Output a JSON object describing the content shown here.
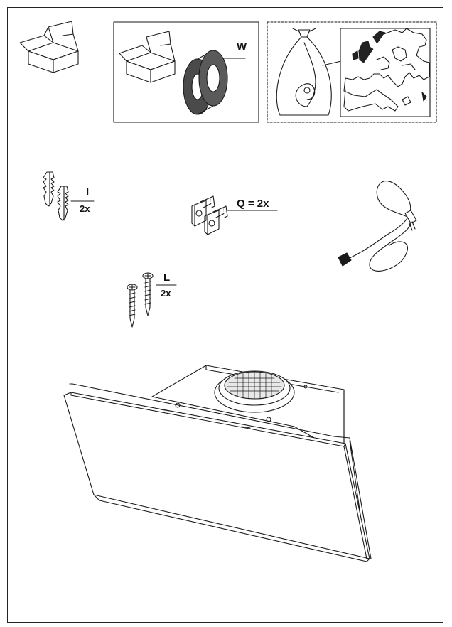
{
  "labels": {
    "filter_letter": "W",
    "plug_letter": "I",
    "plug_qty": "2x",
    "bracket_text": "Q = 2x",
    "screw_letter": "L",
    "screw_qty": "2x"
  },
  "colors": {
    "line": "#1a1a1a",
    "filter_fill": "#4a4a4a",
    "map_land": "#ffffff",
    "map_dark": "#222222"
  }
}
